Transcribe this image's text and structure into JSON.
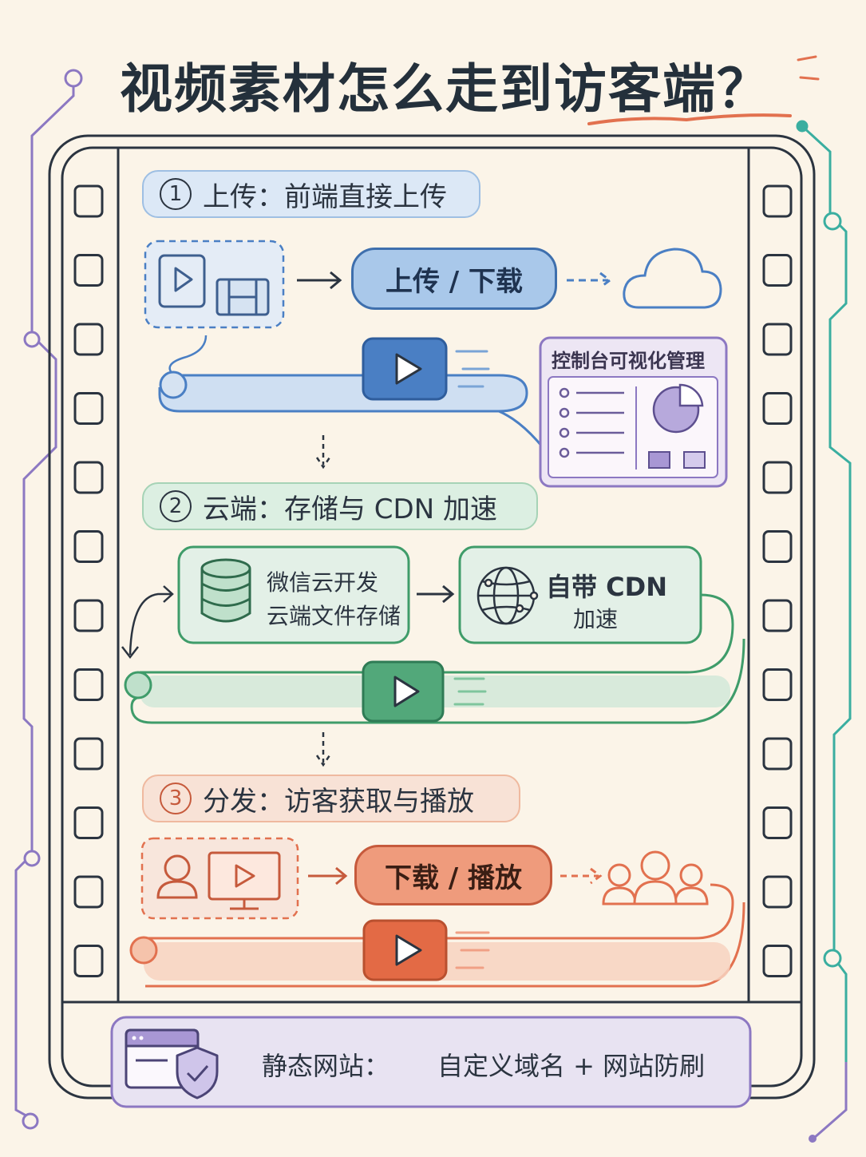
{
  "title": "视频素材怎么走到访客端？",
  "steps": [
    {
      "num": "1",
      "label": "上传：前端直接上传",
      "pill": "上传 / 下载"
    },
    {
      "num": "2",
      "label": "云端：存储与 CDN 加速",
      "storage_line1": "微信云开发",
      "storage_line2": "云端文件存储",
      "cdn_line1": "自带 CDN",
      "cdn_line2": "加速"
    },
    {
      "num": "3",
      "label": "分发：访客获取与播放",
      "pill": "下载 / 播放"
    }
  ],
  "console": {
    "title": "控制台可视化管理"
  },
  "footer": {
    "label": "静态网站：",
    "text": "自定义域名 + 网站防刷"
  },
  "colors": {
    "blue": "#4a7fc4",
    "green": "#3f9c6a",
    "orange": "#e2714f",
    "purple": "#8c78c2",
    "teal": "#3aaea0",
    "dark": "#2b3440"
  }
}
